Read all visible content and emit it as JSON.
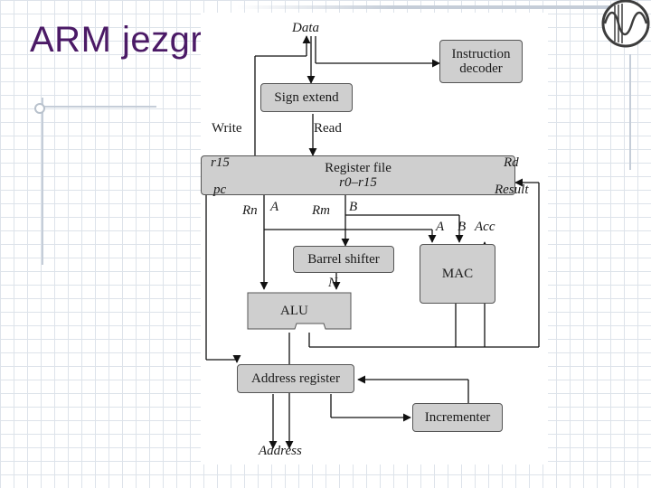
{
  "slide": {
    "title": "ARM jezgro:"
  },
  "decorations": {
    "logo_icon": "sine-wave-logo-icon",
    "accent_color": "#4b1a66",
    "line_color": "#c5cdd8"
  },
  "diagram": {
    "blocks": {
      "instruction_decoder": {
        "line1": "Instruction",
        "line2": "decoder"
      },
      "sign_extend": "Sign extend",
      "register_file": {
        "line1": "Register file",
        "line2": "r0–r15"
      },
      "barrel_shifter": "Barrel shifter",
      "mac": "MAC",
      "alu": "ALU",
      "address_register": "Address register",
      "incrementer": "Incrementer"
    },
    "labels": {
      "data": "Data",
      "write": "Write",
      "read": "Read",
      "r15": "r15",
      "pc": "pc",
      "rd": "Rd",
      "result": "Result",
      "rn": "Rn",
      "a_left": "A",
      "rm": "Rm",
      "b_left": "B",
      "mac_a": "A",
      "mac_b": "B",
      "acc": "Acc",
      "n": "N",
      "address": "Address"
    }
  }
}
